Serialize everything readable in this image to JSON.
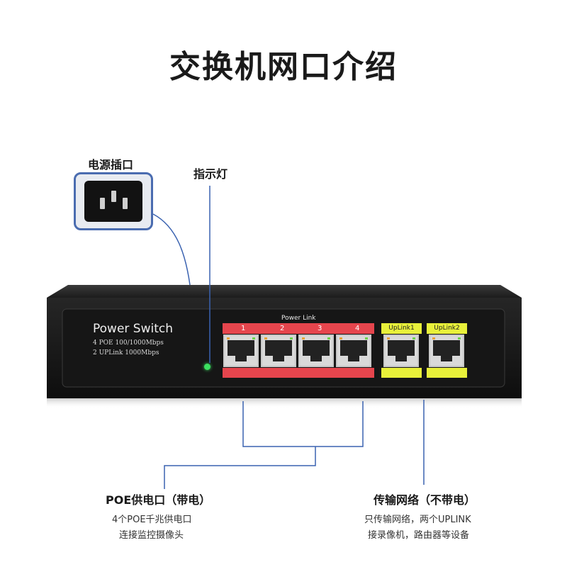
{
  "title": "交换机网口介绍",
  "labels": {
    "power_socket": "电源插口",
    "indicator": "指示灯"
  },
  "device": {
    "name": "Power Switch",
    "spec_line1": "4 POE 100/1000Mbps",
    "spec_line2": "2 UPLink 1000Mbps",
    "power_link": "Power Link",
    "poe_ports": [
      "1",
      "2",
      "3",
      "4"
    ],
    "uplink_ports": [
      "UpLink1",
      "UpLink2"
    ],
    "led_color": "#3be060",
    "poe_strip_color": "#e6454d",
    "uplink_strip_color": "#e8f03a"
  },
  "callouts": {
    "poe": {
      "title": "POE供电口（带电）",
      "line1": "4个POE千兆供电口",
      "line2": "连接监控摄像头"
    },
    "uplink": {
      "title": "传输网络（不带电）",
      "line1": "只传输网络，两个UPLINK",
      "line2": "接录像机，路由器等设备"
    }
  },
  "line_color": "#3a62b0"
}
